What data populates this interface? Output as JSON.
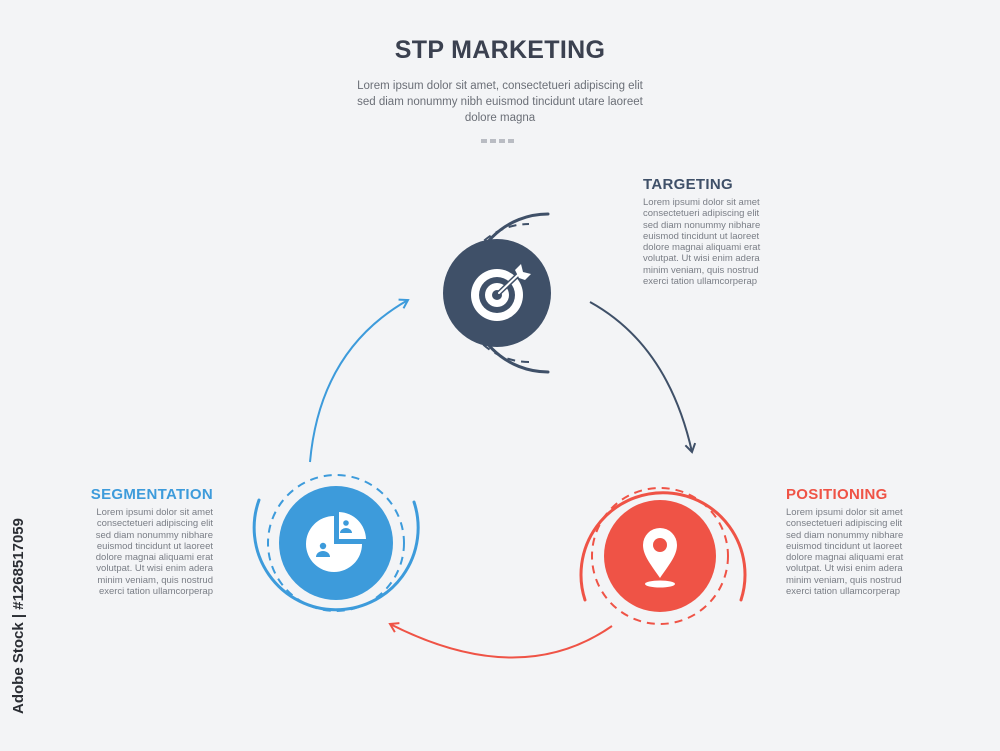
{
  "header": {
    "title": "STP MARKETING",
    "subtitle": "Lorem ipsum dolor sit amet, consectetueri adipiscing elit sed diam nonummy nibh euismod tincidunt utare laoreet dolore magna"
  },
  "steps": [
    {
      "title": "TARGETING",
      "icon": "target-icon",
      "color": "#3f5068",
      "text": "Lorem ipsumi dolor sit amet consectetueri adipiscing elit sed diam nonummy nibhare euismod tincidunt ut laoreet dolore magnai aliquami erat volutpat. Ut wisi enim adera minim veniam, quis nostrud exerci tation ullamcorperap"
    },
    {
      "title": "POSITIONING",
      "icon": "location-pin-icon",
      "color": "#ef5346",
      "text": "Lorem ipsumi dolor sit amet consectetueri adipiscing elit sed diam nonummy nibhare euismod tincidunt ut laoreet dolore magnai aliquami erat volutpat. Ut wisi enim adera minim veniam, quis nostrud exerci tation ullamcorperap"
    },
    {
      "title": "SEGMENTATION",
      "icon": "pie-chart-users-icon",
      "color": "#3d9bdb",
      "text": "Lorem ipsumi dolor sit amet consectetueri adipiscing elit sed diam nonummy nibhare euismod tincidunt ut laoreet dolore magnai aliquami erat volutpat. Ut wisi enim adera minim veniam, quis nostrud exerci tation ullamcorperap"
    }
  ],
  "watermark": {
    "text": "Adobe Stock | #1268517059"
  }
}
